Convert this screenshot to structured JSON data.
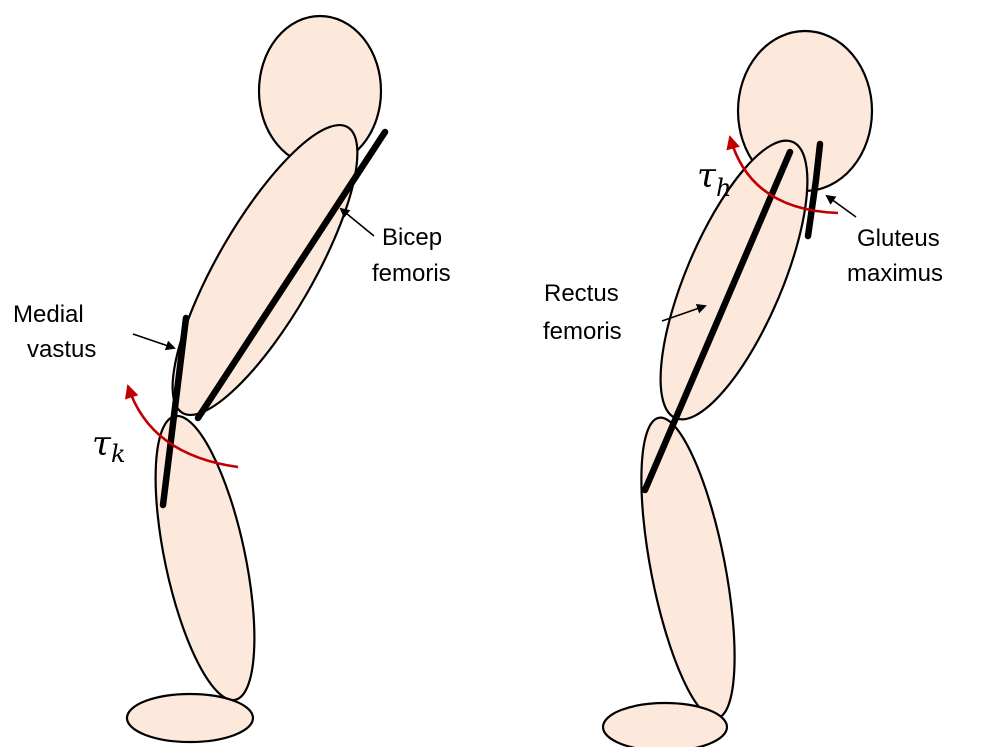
{
  "colors": {
    "segment_fill": "#fde9dc",
    "outline": "#000000",
    "torque_arrow": "#c00000"
  },
  "left_figure": {
    "medial_vastus_line1": "Medial",
    "medial_vastus_line2": "vastus",
    "bicep_femoris_line1": "Bicep",
    "bicep_femoris_line2": "femoris",
    "torque_symbol": "τ",
    "torque_subscript": "k"
  },
  "right_figure": {
    "rectus_femoris_line1": "Rectus",
    "rectus_femoris_line2": "femoris",
    "gluteus_maximus_line1": "Gluteus",
    "gluteus_maximus_line2": "maximus",
    "torque_symbol": "τ",
    "torque_subscript": "h"
  }
}
